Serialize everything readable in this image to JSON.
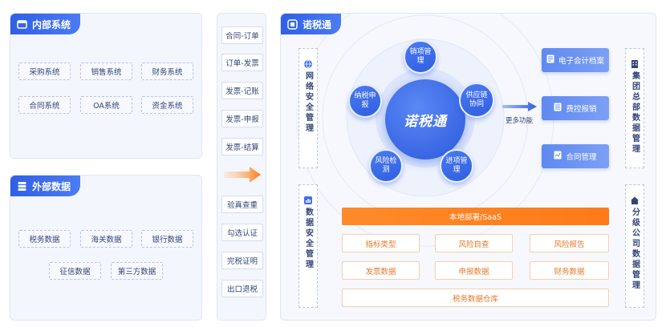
{
  "internal": {
    "title": "内部系统",
    "items": [
      "采购系统",
      "销售系统",
      "财务系统",
      "合同系统",
      "OA系统",
      "资金系统"
    ]
  },
  "external": {
    "title": "外部数据",
    "items": [
      "税务数据",
      "海关数据",
      "银行数据",
      "征信数据",
      "第三方数据"
    ]
  },
  "flow": {
    "top": [
      "合同-订单",
      "订单-发票",
      "发票-记账",
      "发票-申报",
      "发票-结算"
    ],
    "bottom": [
      "验真查重",
      "勾选认证",
      "完税证明",
      "出口退税"
    ]
  },
  "main": {
    "title": "诺税通",
    "left_security_top": "网络安全管理",
    "left_security_bottom": "数据安全管理",
    "center_label": "诺税通",
    "nodes": [
      "销项管理",
      "供应链协同",
      "进项管理",
      "风险检测",
      "纳税申报"
    ],
    "more_label": "更多功能",
    "right_buttons": [
      "电子会计档案",
      "费控报销",
      "合同管理"
    ],
    "right_col_top": "集团总部数据管理",
    "right_col_bottom": "分级公司数据管理",
    "deploy_bar": "本地部署/SaaS",
    "grid": [
      "指标类型",
      "风险自查",
      "风险报告",
      "发票数据",
      "申报数据",
      "财务数据"
    ],
    "warehouse": "税务数据仓库"
  }
}
